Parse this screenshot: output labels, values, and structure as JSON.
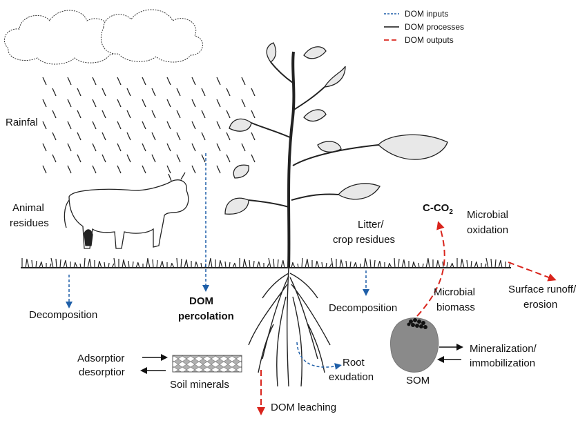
{
  "legend": {
    "inputs": "DOM inputs",
    "processes": "DOM processes",
    "outputs": "DOM outputs"
  },
  "labels": {
    "rainfall": "Rainfal",
    "animal_residues_1": "Animal",
    "animal_residues_2": "residues",
    "decomposition_left": "Decomposition",
    "dom_percolation_1": "DOM",
    "dom_percolation_2": "percolation",
    "litter_1": "Litter/",
    "litter_2": "crop residues",
    "decomposition_mid": "Decomposition",
    "cco2": "C-CO",
    "cco2_sub": "2",
    "microbial_oxidation_1": "Microbial",
    "microbial_oxidation_2": "oxidation",
    "microbial_biomass_1": "Microbial",
    "microbial_biomass_2": "biomass",
    "surface_runoff_1": "Surface runoff/",
    "surface_runoff_2": "erosion",
    "adsorption_1": "Adsorptior",
    "adsorption_2": "desorptior",
    "soil_minerals": "Soil minerals",
    "root_exudation_1": "Root",
    "root_exudation_2": "exudation",
    "som": "SOM",
    "mineralization_1": "Mineralization/",
    "mineralization_2": "immobilization",
    "dom_leaching": "DOM leaching"
  },
  "colors": {
    "inputs": "#1f5fa8",
    "processes": "#111111",
    "outputs": "#d9241c",
    "som": "#8a8a8a"
  }
}
